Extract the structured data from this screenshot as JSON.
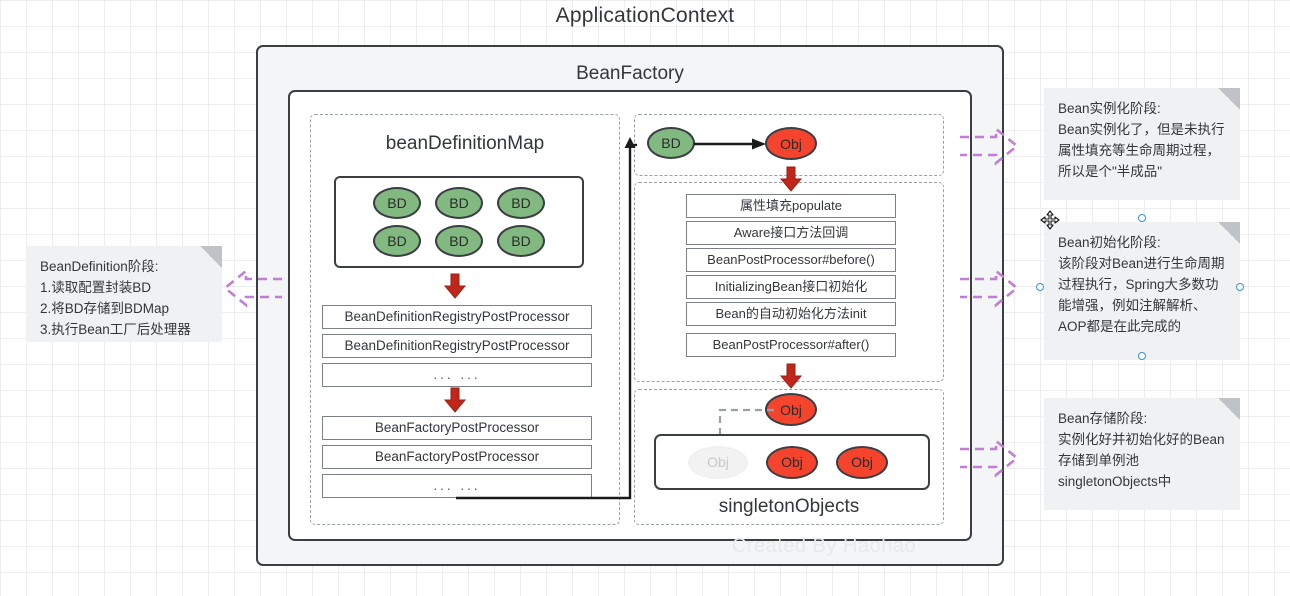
{
  "diagram": {
    "app_title": "ApplicationContext",
    "beanfactory_title": "BeanFactory",
    "watermark": "Created By Haohao"
  },
  "bean_definition_map": {
    "title": "beanDefinitionMap",
    "bd_label": "BD",
    "bd_count": 6,
    "registry_processors": [
      "BeanDefinitionRegistryPostProcessor",
      "BeanDefinitionRegistryPostProcessor",
      "...  ..."
    ],
    "factory_processors": [
      "BeanFactoryPostProcessor",
      "BeanFactoryPostProcessor",
      "...  ..."
    ]
  },
  "instantiation": {
    "bd_label": "BD",
    "obj_label": "Obj"
  },
  "lifecycle": {
    "steps": [
      "属性填充populate",
      "Aware接口方法回调",
      "BeanPostProcessor#before()",
      "InitializingBean接口初始化",
      "Bean的自动初始化方法init",
      "BeanPostProcessor#after()"
    ]
  },
  "singleton_objects": {
    "title": "singletonObjects",
    "incoming_obj_label": "Obj",
    "slots": [
      {
        "label": "Obj",
        "state": "empty"
      },
      {
        "label": "Obj",
        "state": "filled"
      },
      {
        "label": "Obj",
        "state": "filled"
      }
    ]
  },
  "notes": {
    "bean_definition": {
      "title": "BeanDefinition阶段:",
      "lines": [
        "1.读取配置封装BD",
        "2.将BD存储到BDMap",
        "3.执行Bean工厂后处理器"
      ]
    },
    "instantiation": {
      "title": "Bean实例化阶段:",
      "body": "Bean实例化了，但是未执行属性填充等生命周期过程，所以是个\"半成品\""
    },
    "initialization": {
      "title": "Bean初始化阶段:",
      "body": "该阶段对Bean进行生命周期过程执行，Spring大多数功能增强，例如注解解析、AOP都是在此完成的",
      "selected": true
    },
    "storage": {
      "title": "Bean存储阶段:",
      "body": "实例化好并初始化好的Bean存储到单例池singletonObjects中"
    }
  },
  "colors": {
    "bd_green": "#82b980",
    "obj_red": "#f4442e",
    "arrow_red": "#c0271a",
    "note_bg": "#f0f1f3",
    "purple_connector": "#c07fd4",
    "frame_stroke": "#3b3f44",
    "selection_blue": "#3a8fd6"
  }
}
